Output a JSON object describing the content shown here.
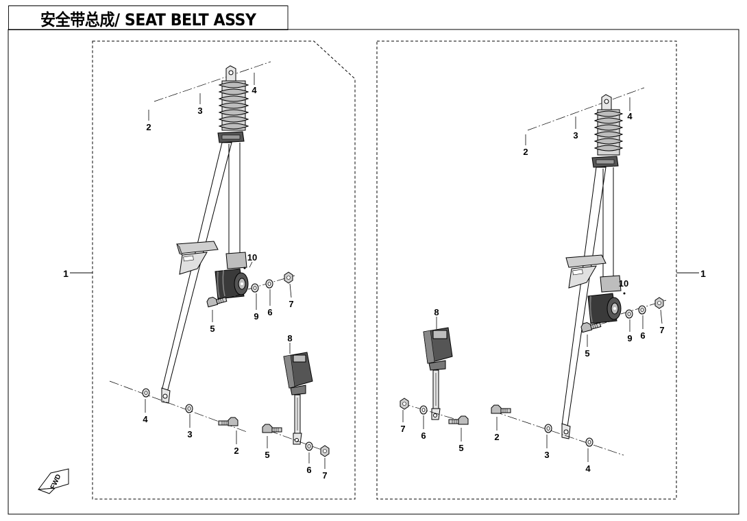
{
  "title": "安全带总成/ SEAT BELT ASSY",
  "badge": "FWD",
  "left_assembly": {
    "ref": "1",
    "callouts": [
      "2",
      "3",
      "4",
      "10",
      "5",
      "9",
      "6",
      "7",
      "8",
      "4",
      "3",
      "2",
      "5",
      "6",
      "7"
    ]
  },
  "right_assembly": {
    "ref": "1",
    "callouts": [
      "2",
      "3",
      "4",
      "10",
      "5",
      "9",
      "6",
      "7",
      "8",
      "7",
      "6",
      "5",
      "2",
      "3",
      "4"
    ]
  },
  "colors": {
    "line": "#000000",
    "part_fill": "#d9d9d9",
    "part_dark": "#555555"
  }
}
